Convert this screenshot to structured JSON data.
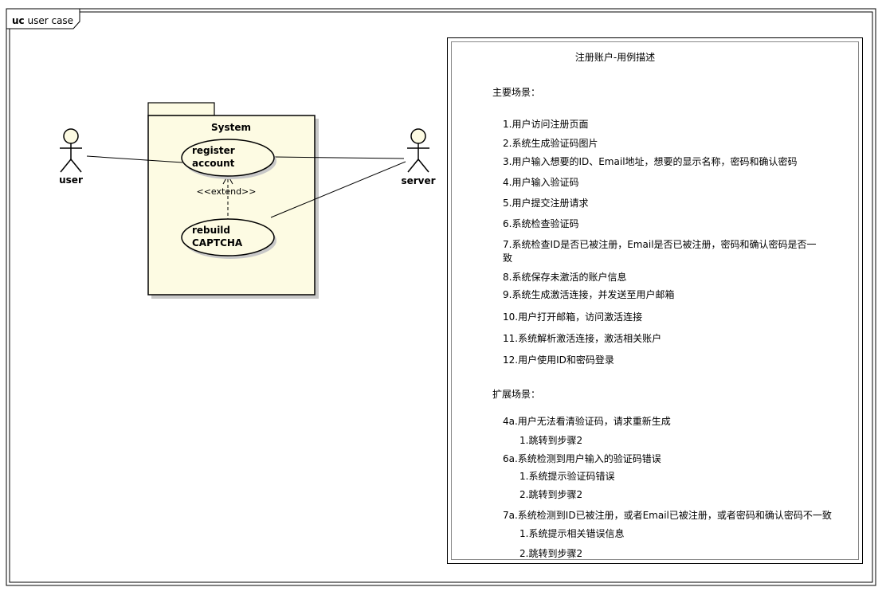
{
  "diagram": {
    "frame_label": {
      "kw": "uc",
      "name": "user case"
    },
    "package_name": "System",
    "actors": [
      {
        "id": "user",
        "label": "user"
      },
      {
        "id": "server",
        "label": "server"
      }
    ],
    "use_cases": [
      {
        "id": "register",
        "line1": "register",
        "line2": "account"
      },
      {
        "id": "rebuild",
        "line1": "rebuild",
        "line2": "CAPTCHA"
      }
    ],
    "extend_label": "<<extend>>"
  },
  "description": {
    "title": "注册账户-用例描述",
    "main_heading": "主要场景：",
    "main_steps": [
      "1.用户访问注册页面",
      "2.系统生成验证码图片",
      "3.用户输入想要的ID、Email地址，想要的显示名称，密码和确认密码",
      "4.用户输入验证码",
      "5.用户提交注册请求",
      "6.系统检查验证码",
      "7.系统检查ID是否已被注册，Email是否已被注册，密码和确认密码是否一致",
      "8.系统保存未激活的账户信息",
      "9.系统生成激活连接，并发送至用户邮箱",
      "10.用户打开邮箱，访问激活连接",
      "11.系统解析激活连接，激活相关账户",
      "12.用户使用ID和密码登录"
    ],
    "ext_heading": "扩展场景：",
    "ext_4a": "4a.用户无法看清验证码，请求重新生成",
    "ext_4a_1": "1.跳转到步骤2",
    "ext_6a": "6a.系统检测到用户输入的验证码错误",
    "ext_6a_1": "1.系统提示验证码错误",
    "ext_6a_2": "2.跳转到步骤2",
    "ext_7a": "7a.系统检测到ID已被注册，或者Email已被注册，或者密码和确认密码不一致",
    "ext_7a_1": "1.系统提示相关错误信息",
    "ext_7a_2": "2.跳转到步骤2"
  }
}
